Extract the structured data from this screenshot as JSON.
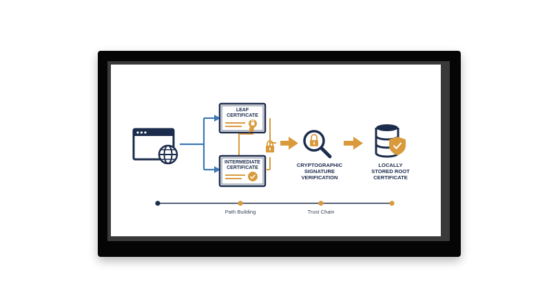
{
  "diagram": {
    "nodes": {
      "browser": {
        "icon": "browser-globe-icon"
      },
      "leaf_cert": {
        "label_line1": "LEAF",
        "label_line2": "CERTIFICATE",
        "icon": "ribbon-seal-icon"
      },
      "intermediate_cert": {
        "label_line1": "INTERMEDIATE",
        "label_line2": "CERTIFICATE",
        "icon": "check-seal-icon"
      },
      "link_lock": {
        "icon": "padlock-icon"
      },
      "verification": {
        "label_line1": "CRYPTOGRAPHIC",
        "label_line2": "SIGNATURE",
        "label_line3": "VERIFICATION",
        "icon": "magnifier-lock-icon"
      },
      "root_store": {
        "label_line1": "LOCALLY",
        "label_line2": "STORED ROOT",
        "label_line3": "CERTIFICATE",
        "icon": "database-shield-icon"
      }
    },
    "timeline": {
      "labels": [
        "Path Building",
        "Trust Chain"
      ]
    },
    "colors": {
      "navy": "#1c2c4c",
      "blue": "#3b78b5",
      "gold": "#d99a3c",
      "frame": "#050505",
      "bezel": "#3a3a3a"
    }
  }
}
